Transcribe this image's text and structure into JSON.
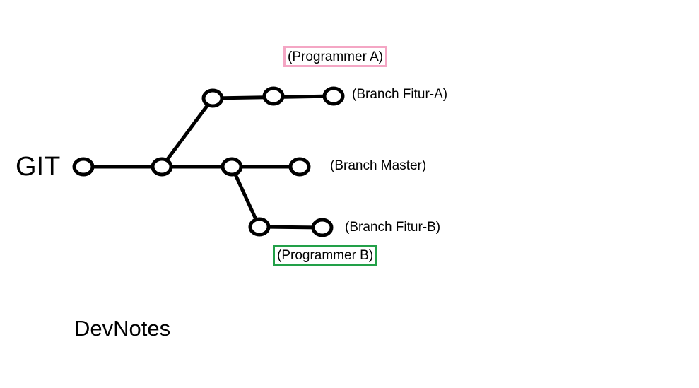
{
  "title": "GIT",
  "footer": "DevNotes",
  "colors": {
    "line": "#000000",
    "programmer_a_border": "#f4a6c4",
    "programmer_b_border": "#22a048"
  },
  "branches": {
    "fitur_a": "(Branch Fitur-A)",
    "master": "(Branch Master)",
    "fitur_b": "(Branch Fitur-B)"
  },
  "owners": {
    "programmer_a": "(Programmer A)",
    "programmer_b": "(Programmer B)"
  }
}
